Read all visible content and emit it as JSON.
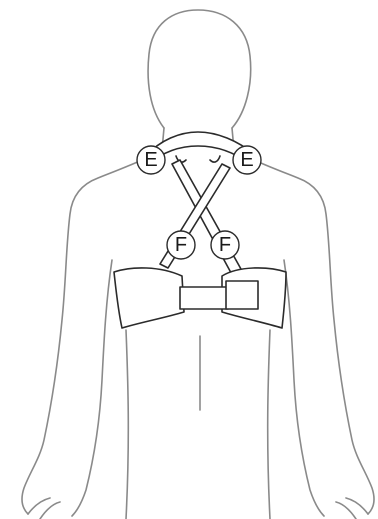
{
  "labels": {
    "left_shoulder": "E",
    "right_shoulder": "E",
    "left_strap": "F",
    "right_strap": "F"
  },
  "colors": {
    "body_outline": "#8a8a8a",
    "brace_outline": "#2b2b2b",
    "background": "#ffffff"
  }
}
